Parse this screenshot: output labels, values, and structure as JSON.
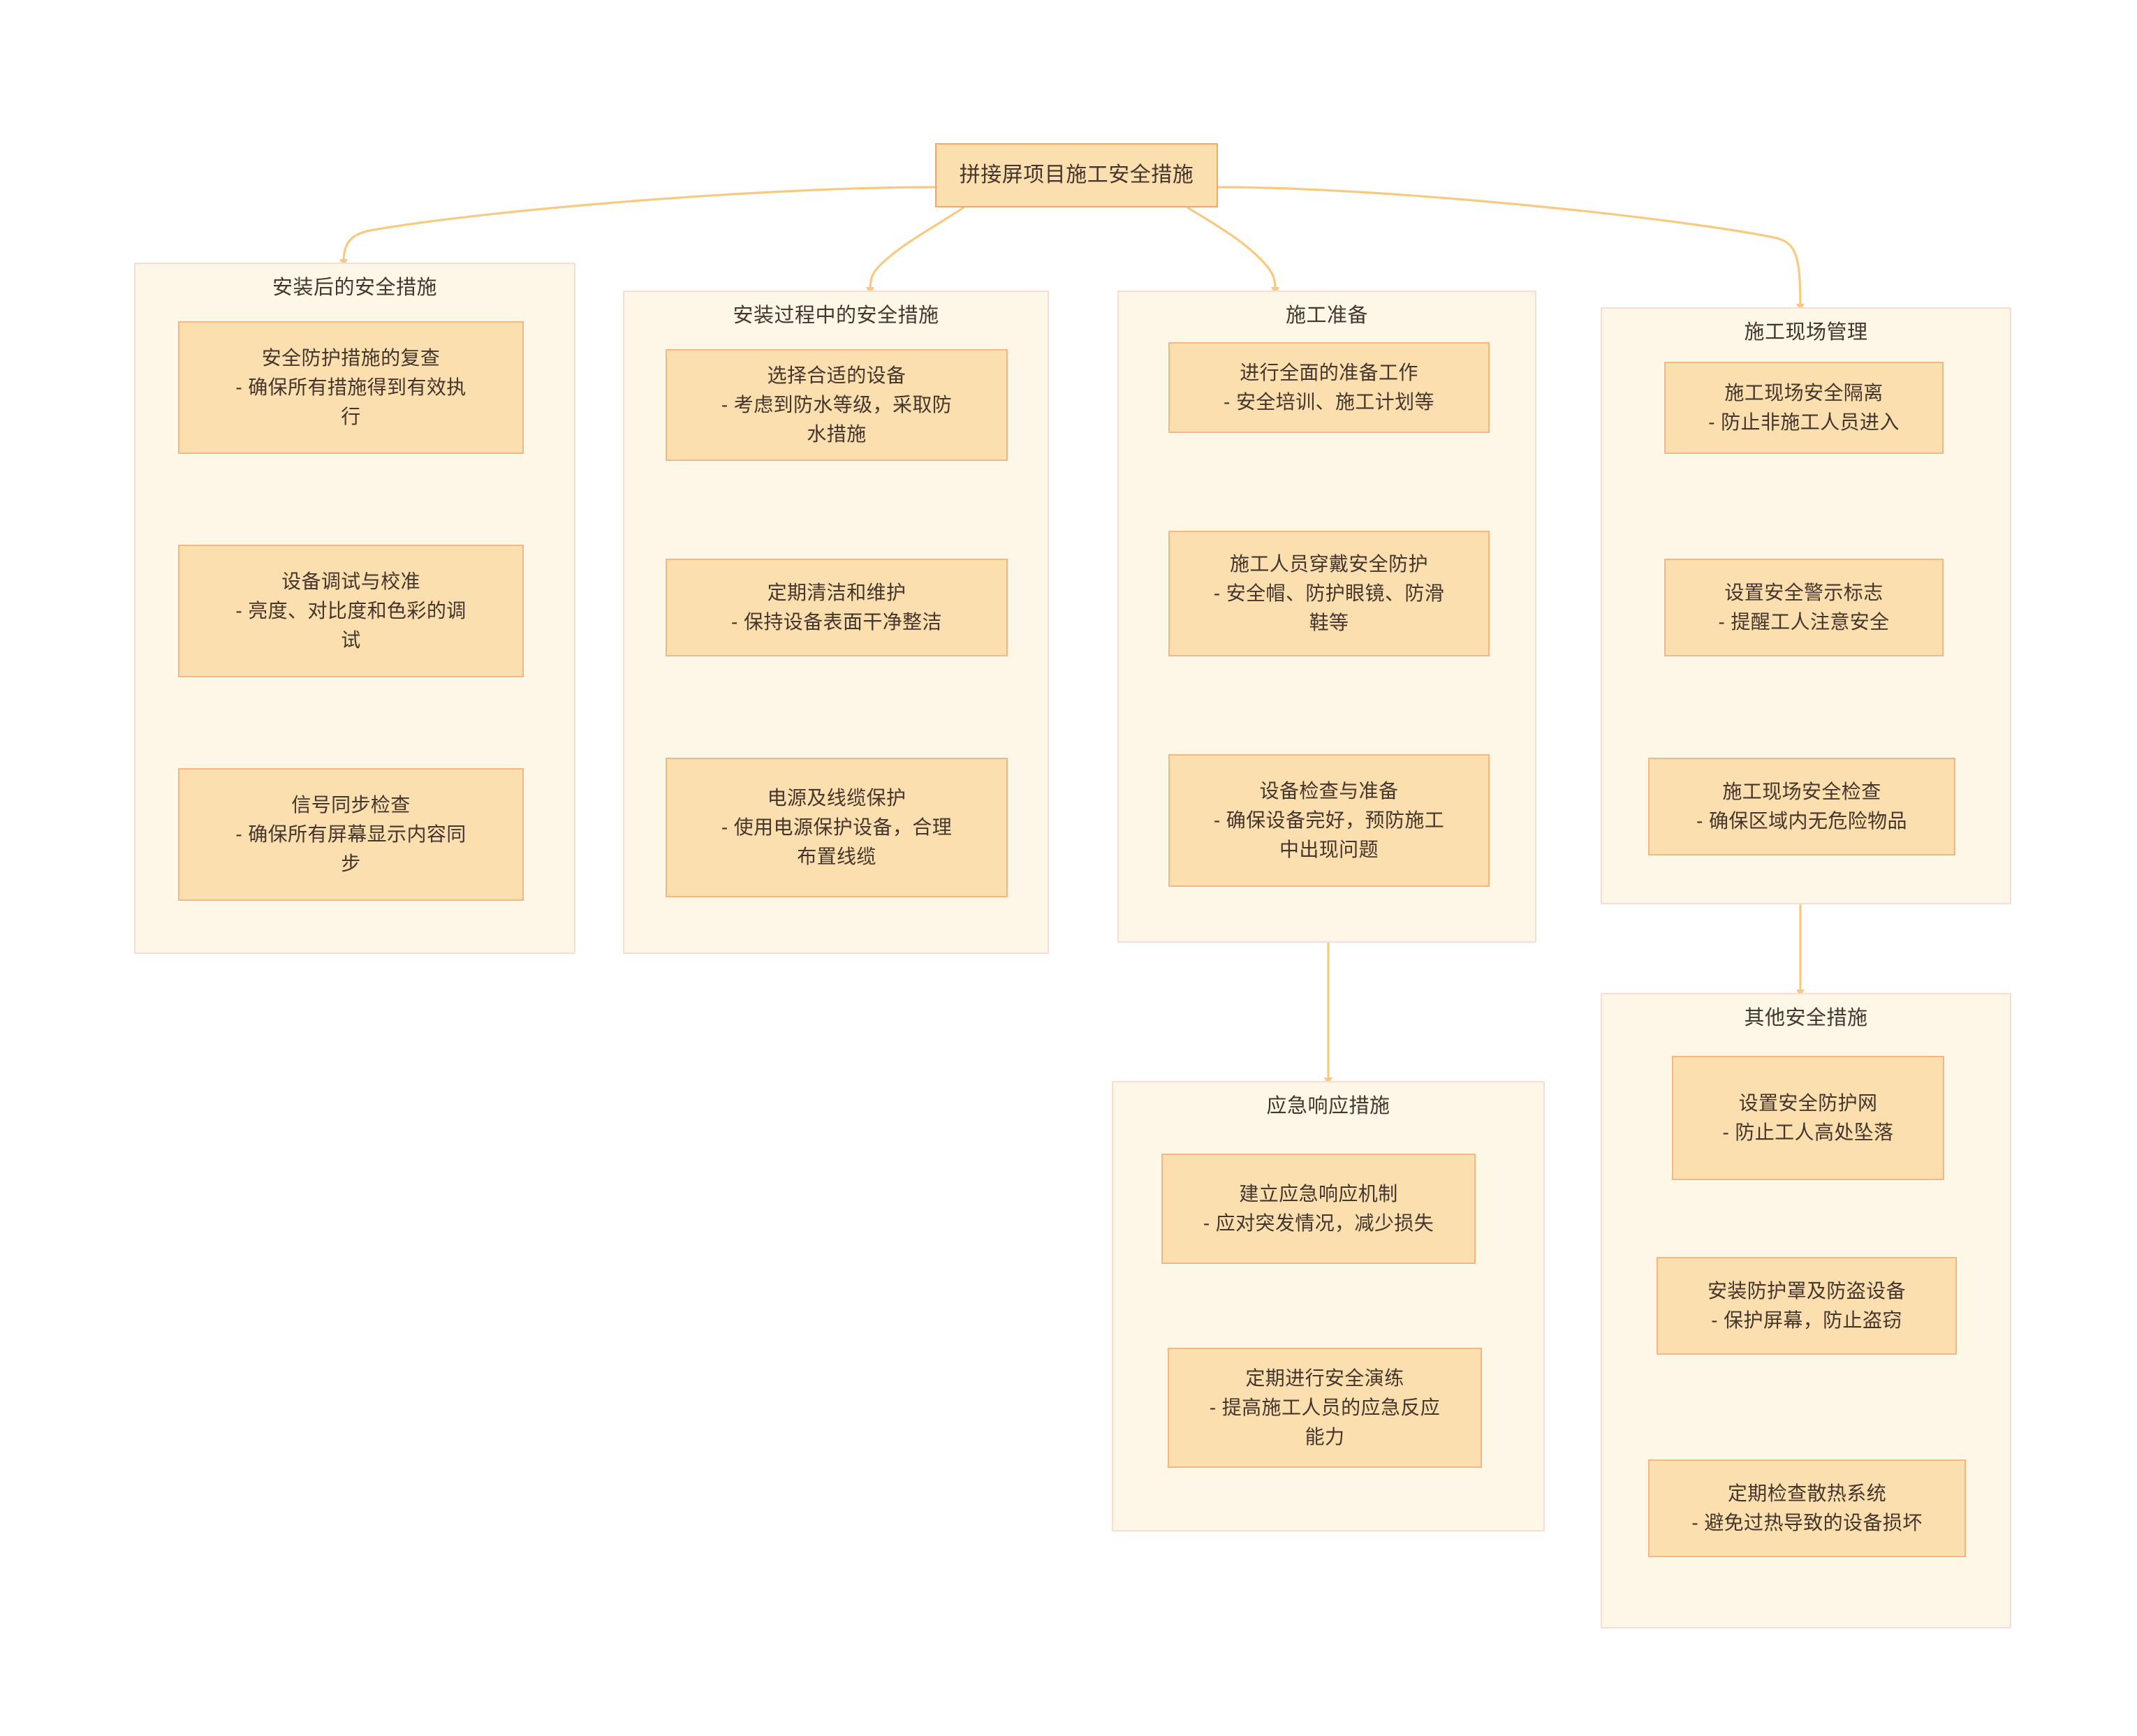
{
  "diagram": {
    "title": "拼接屏项目施工安全措施",
    "accent_edge_color": "#f9c980",
    "node_fill": "#fcdfaf",
    "node_border": "#f5b682",
    "cluster_fill": "#fdf7e7",
    "cluster_border": "#fadcd2",
    "text_color": "#44352d",
    "root": {
      "label": "拼接屏项目施工安全措施"
    },
    "clusters": [
      {
        "id": "post-install",
        "title": "安装后的安全措施",
        "nodes": [
          {
            "heading": "安全防护措施的复查",
            "detail": "- 确保所有措施得到有效执\n行"
          },
          {
            "heading": "设备调试与校准",
            "detail": "- 亮度、对比度和色彩的调\n试"
          },
          {
            "heading": "信号同步检查",
            "detail": "- 确保所有屏幕显示内容同\n步"
          }
        ]
      },
      {
        "id": "during-install",
        "title": "安装过程中的安全措施",
        "nodes": [
          {
            "heading": "选择合适的设备",
            "detail": "- 考虑到防水等级，采取防\n水措施"
          },
          {
            "heading": "定期清洁和维护",
            "detail": "- 保持设备表面干净整洁"
          },
          {
            "heading": "电源及线缆保护",
            "detail": "- 使用电源保护设备，合理\n布置线缆"
          }
        ]
      },
      {
        "id": "preparation",
        "title": "施工准备",
        "nodes": [
          {
            "heading": "进行全面的准备工作",
            "detail": "- 安全培训、施工计划等"
          },
          {
            "heading": "施工人员穿戴安全防护",
            "detail": "- 安全帽、防护眼镜、防滑\n鞋等"
          },
          {
            "heading": "设备检查与准备",
            "detail": "- 确保设备完好，预防施工\n中出现问题"
          }
        ]
      },
      {
        "id": "site-management",
        "title": "施工现场管理",
        "nodes": [
          {
            "heading": "施工现场安全隔离",
            "detail": "- 防止非施工人员进入"
          },
          {
            "heading": "设置安全警示标志",
            "detail": "- 提醒工人注意安全"
          },
          {
            "heading": "施工现场安全检查",
            "detail": "- 确保区域内无危险物品"
          }
        ]
      },
      {
        "id": "emergency",
        "title": "应急响应措施",
        "nodes": [
          {
            "heading": "建立应急响应机制",
            "detail": "- 应对突发情况，减少损失"
          },
          {
            "heading": "定期进行安全演练",
            "detail": "- 提高施工人员的应急反应\n能力"
          }
        ]
      },
      {
        "id": "other",
        "title": "其他安全措施",
        "nodes": [
          {
            "heading": "设置安全防护网",
            "detail": "- 防止工人高处坠落"
          },
          {
            "heading": "安装防护罩及防盗设备",
            "detail": "- 保护屏幕，防止盗窃"
          },
          {
            "heading": "定期检查散热系统",
            "detail": "- 避免过热导致的设备损坏"
          }
        ]
      }
    ]
  }
}
